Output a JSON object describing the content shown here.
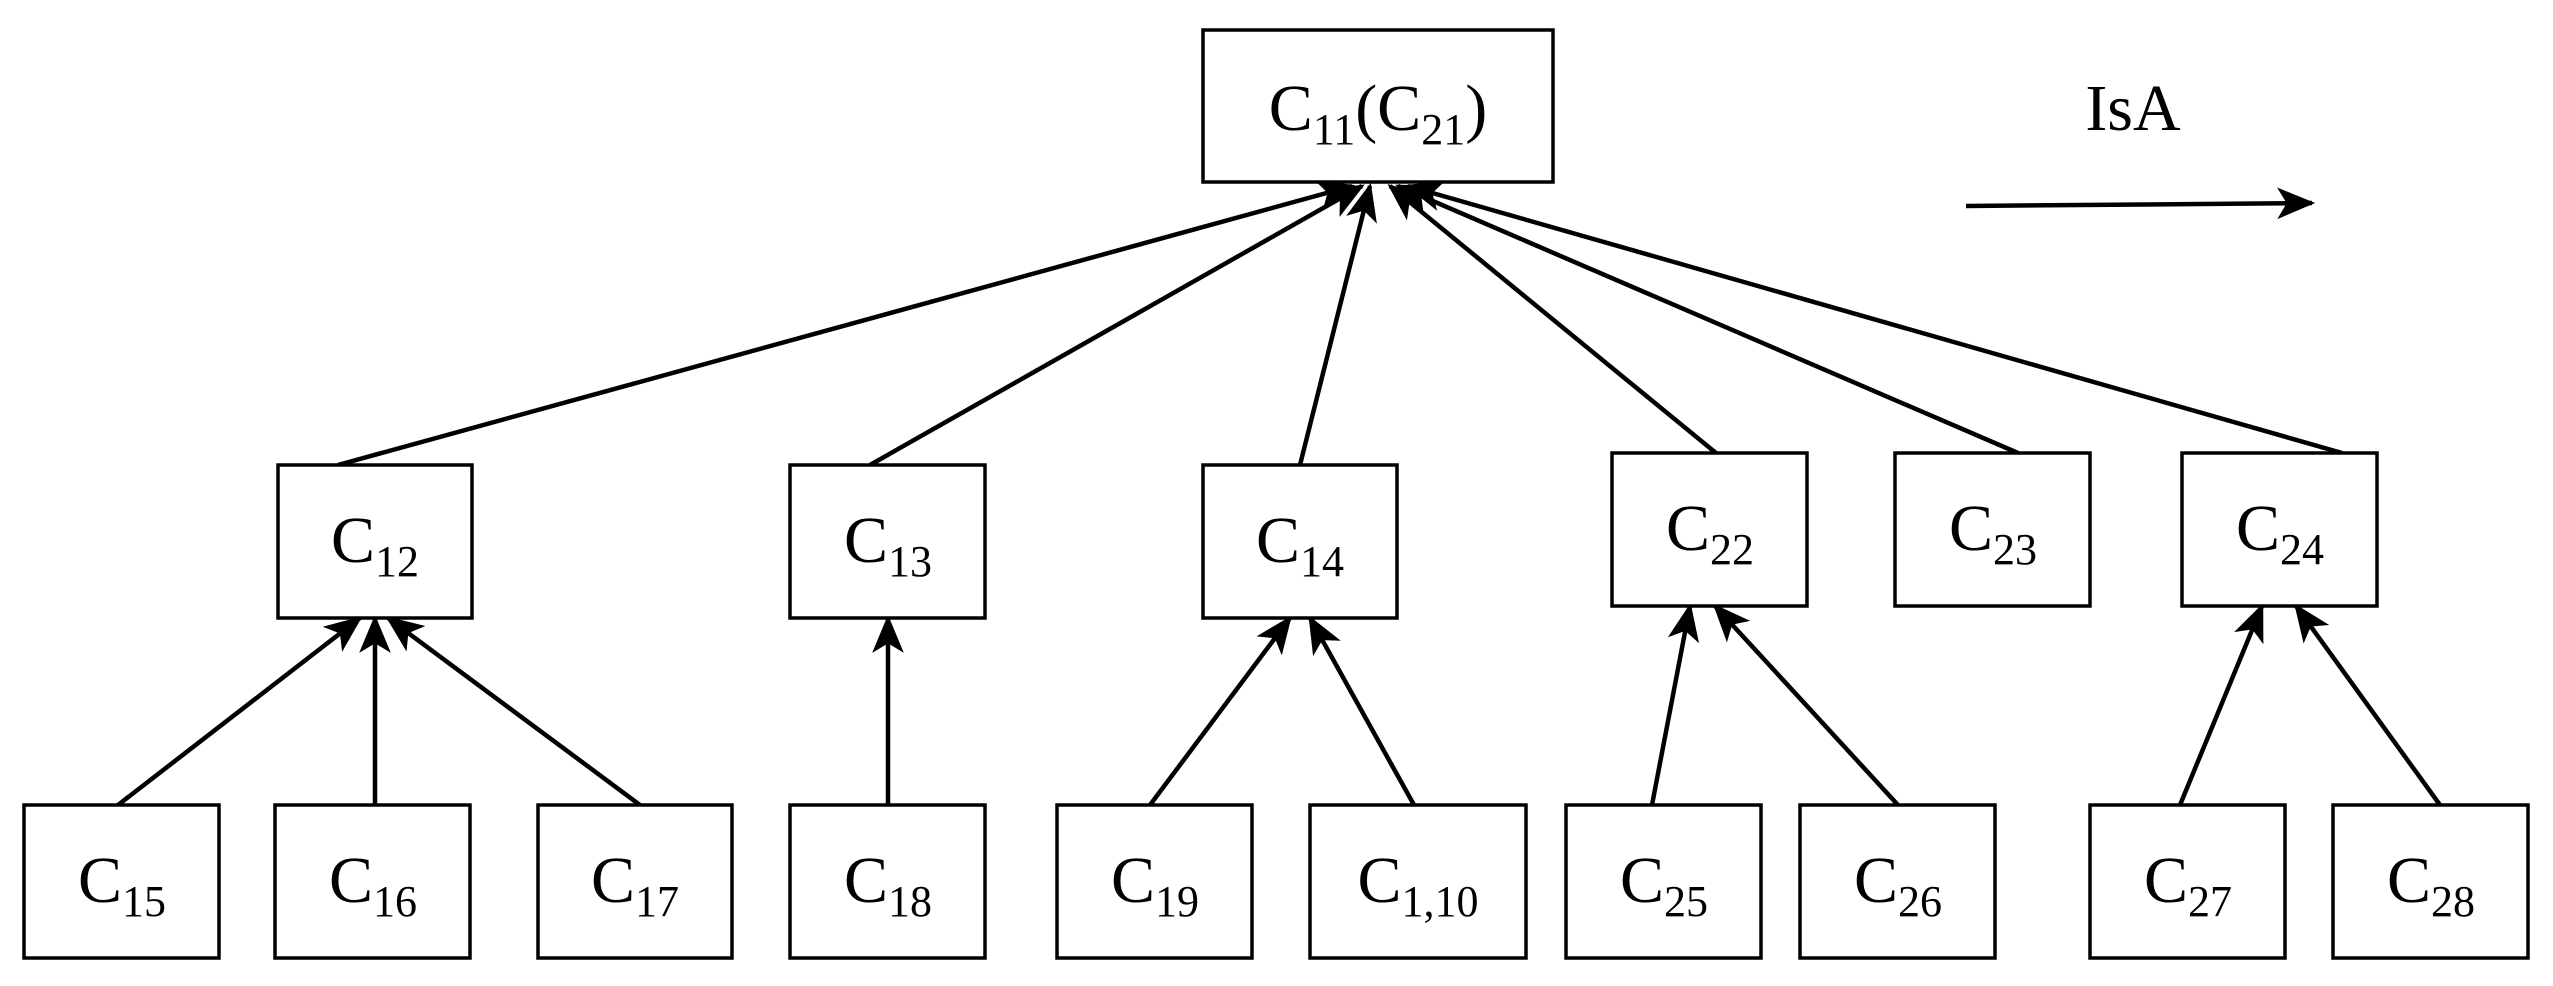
{
  "diagram": {
    "nodes": {
      "root": {
        "base": "C",
        "sub": "11",
        "suffix_open": "(C",
        "suffix_sub": "21",
        "suffix_close": ")"
      },
      "c12": {
        "base": "C",
        "sub": "12"
      },
      "c13": {
        "base": "C",
        "sub": "13"
      },
      "c14": {
        "base": "C",
        "sub": "14"
      },
      "c22": {
        "base": "C",
        "sub": "22"
      },
      "c23": {
        "base": "C",
        "sub": "23"
      },
      "c24": {
        "base": "C",
        "sub": "24"
      },
      "c15": {
        "base": "C",
        "sub": "15"
      },
      "c16": {
        "base": "C",
        "sub": "16"
      },
      "c17": {
        "base": "C",
        "sub": "17"
      },
      "c18": {
        "base": "C",
        "sub": "18"
      },
      "c19": {
        "base": "C",
        "sub": "19"
      },
      "c110": {
        "base": "C",
        "sub": "1,10"
      },
      "c25": {
        "base": "C",
        "sub": "25"
      },
      "c26": {
        "base": "C",
        "sub": "26"
      },
      "c27": {
        "base": "C",
        "sub": "27"
      },
      "c28": {
        "base": "C",
        "sub": "28"
      }
    },
    "edges": [
      {
        "from": "c12",
        "to": "root"
      },
      {
        "from": "c13",
        "to": "root"
      },
      {
        "from": "c14",
        "to": "root"
      },
      {
        "from": "c22",
        "to": "root"
      },
      {
        "from": "c23",
        "to": "root"
      },
      {
        "from": "c24",
        "to": "root"
      },
      {
        "from": "c15",
        "to": "c12"
      },
      {
        "from": "c16",
        "to": "c12"
      },
      {
        "from": "c17",
        "to": "c12"
      },
      {
        "from": "c18",
        "to": "c13"
      },
      {
        "from": "c19",
        "to": "c14"
      },
      {
        "from": "c110",
        "to": "c14"
      },
      {
        "from": "c25",
        "to": "c22"
      },
      {
        "from": "c26",
        "to": "c22"
      },
      {
        "from": "c27",
        "to": "c24"
      },
      {
        "from": "c28",
        "to": "c24"
      }
    ],
    "legend": {
      "label": "IsA"
    }
  }
}
